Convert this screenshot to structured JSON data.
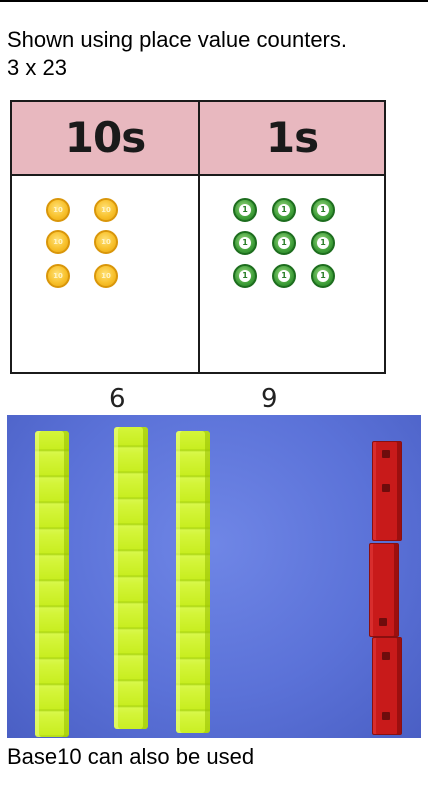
{
  "captions": {
    "intro": "Shown using place value counters.",
    "problem": "3 x 23",
    "footer": "Base10 can also be used"
  },
  "place_value_chart": {
    "columns": [
      {
        "header": "10s",
        "counter_label": "10",
        "counter_count": 6,
        "total": "6"
      },
      {
        "header": "1s",
        "counter_label": "1",
        "counter_count": 9,
        "total": "9"
      }
    ],
    "colors": {
      "header_background": "#e8b8bf",
      "ten_counter": "#f8c12c",
      "one_counter": "#3f9f39",
      "border": "#1b1b1b"
    }
  },
  "base10_photo": {
    "rods": 3,
    "unit_cube_groups": 3,
    "colors": {
      "background": "#5b72d8",
      "rod": "#d4f53a",
      "cube": "#c81a1a"
    }
  }
}
